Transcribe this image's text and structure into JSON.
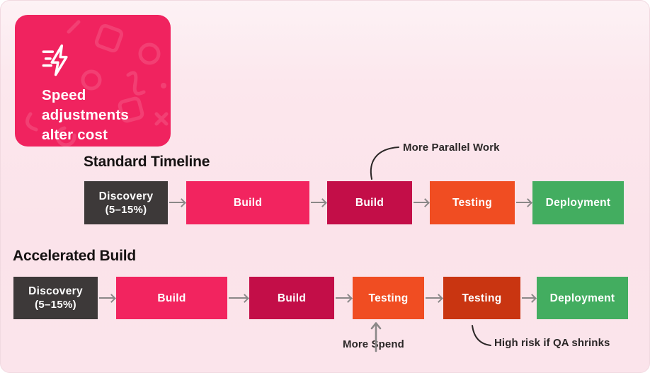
{
  "palette": {
    "canvas_bg_top": "#FDF2F5",
    "canvas_bg_bottom": "#FBE4EB",
    "card_bg": "#F0235F",
    "discovery_dark": "#3D3939",
    "build_pink": "#F2245F",
    "build_crimson": "#C30E48",
    "testing_orange": "#F04D22",
    "testing_red": "#C93511",
    "deployment_green": "#43AD60",
    "arrow_gray": "#8A8888",
    "annotation_ink": "#2B2727",
    "heading_ink": "#161212",
    "box_text": "#FFFFFF"
  },
  "card": {
    "icon": "speed-lightning-icon",
    "title_lines": [
      "Speed",
      "adjustments",
      "alter cost"
    ]
  },
  "standard": {
    "heading": "Standard Timeline",
    "annotation_parallel": "More Parallel Work",
    "steps": [
      {
        "label": "Discovery",
        "sublabel": "(5–15%)",
        "color": "#3D3939"
      },
      {
        "label": "Build",
        "color": "#F2245F"
      },
      {
        "label": "Build",
        "color": "#C30E48"
      },
      {
        "label": "Testing",
        "color": "#F04D22"
      },
      {
        "label": "Deployment",
        "color": "#43AD60"
      }
    ]
  },
  "accelerated": {
    "heading": "Accelerated Build",
    "annotation_spend": "More Spend",
    "annotation_risk": "High risk if QA shrinks",
    "steps": [
      {
        "label": "Discovery",
        "sublabel": "(5–15%)",
        "color": "#3D3939"
      },
      {
        "label": "Build",
        "color": "#F2245F"
      },
      {
        "label": "Build",
        "color": "#C30E48"
      },
      {
        "label": "Testing",
        "color": "#F04D22"
      },
      {
        "label": "Testing",
        "color": "#C93511"
      },
      {
        "label": "Deployment",
        "color": "#43AD60"
      }
    ]
  }
}
